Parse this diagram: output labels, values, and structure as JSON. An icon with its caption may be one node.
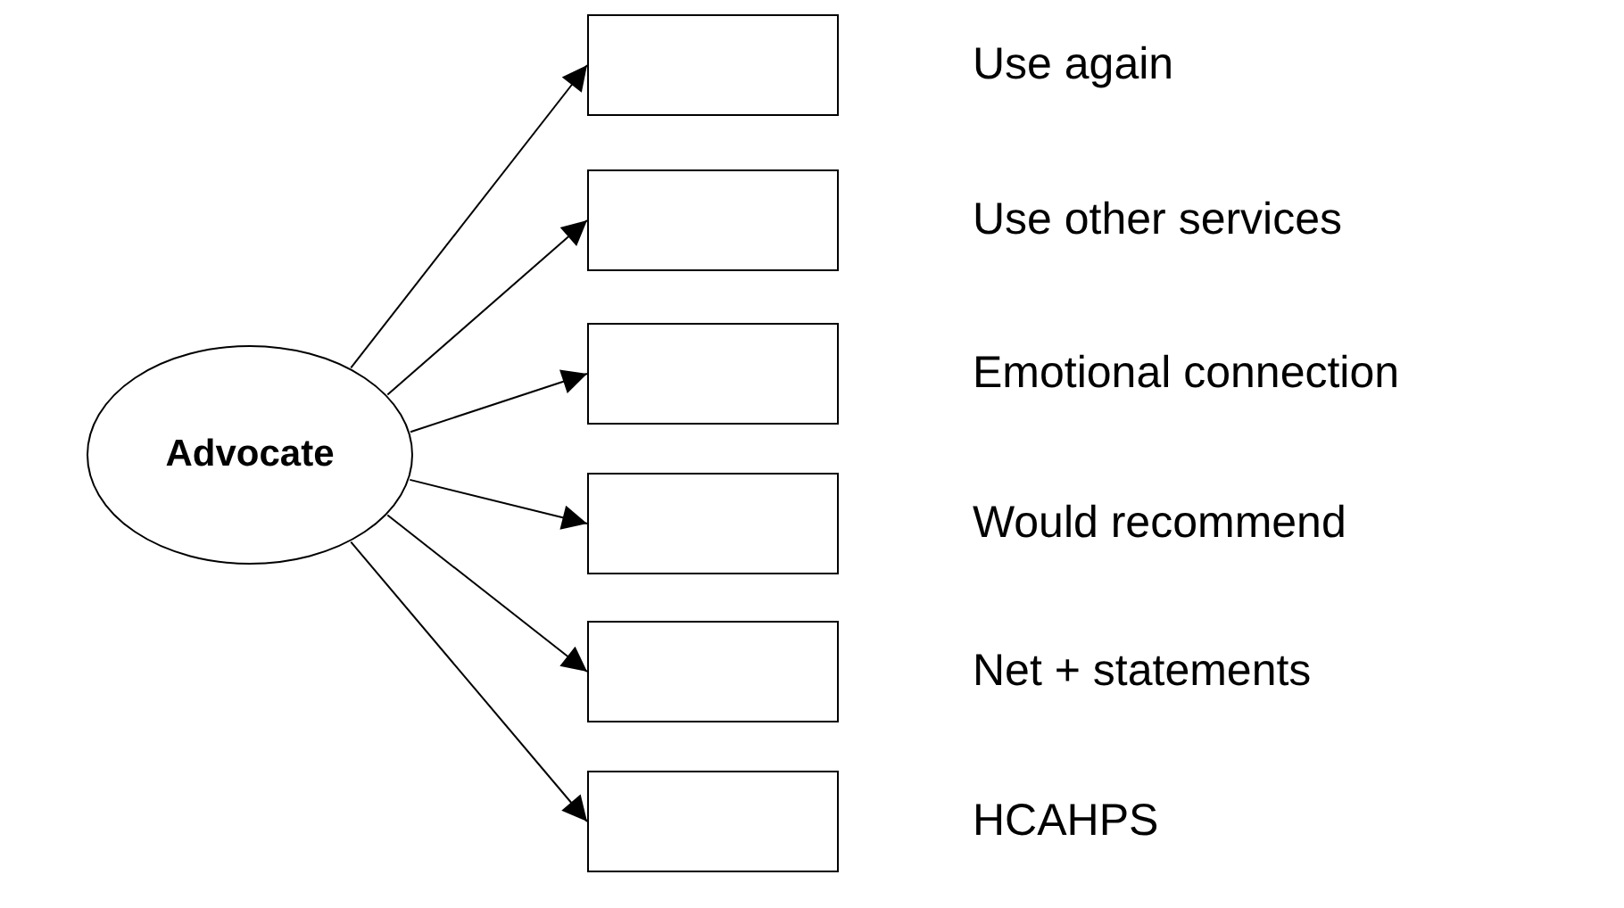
{
  "diagram": {
    "nodes": [
      {
        "text": [
          "Advocate"
        ]
      },
      {
        "text": [],
        "shape": "box",
        "beside": [
          "Use again"
        ]
      },
      {
        "text": [],
        "shape": "box",
        "beside": [
          "Use other services"
        ]
      },
      {
        "text": [],
        "shape": "box",
        "beside": [
          "Emotional connection"
        ]
      },
      {
        "text": [],
        "shape": "box",
        "beside": [
          "Would recommend"
        ]
      },
      {
        "text": [],
        "shape": "box",
        "beside": [
          "Net + statements"
        ]
      },
      {
        "text": [],
        "shape": "box",
        "beside": [
          "HCAHPS"
        ]
      }
    ],
    "edges": [
      {
        "from": 0,
        "to": 1,
        "arrow": "to"
      },
      {
        "from": 0,
        "to": 2,
        "arrow": "to"
      },
      {
        "from": 0,
        "to": 3,
        "arrow": "to"
      },
      {
        "from": 0,
        "to": 4,
        "arrow": "to"
      },
      {
        "from": 0,
        "to": 5,
        "arrow": "to"
      },
      {
        "from": 0,
        "to": 6,
        "arrow": "to"
      }
    ]
  }
}
